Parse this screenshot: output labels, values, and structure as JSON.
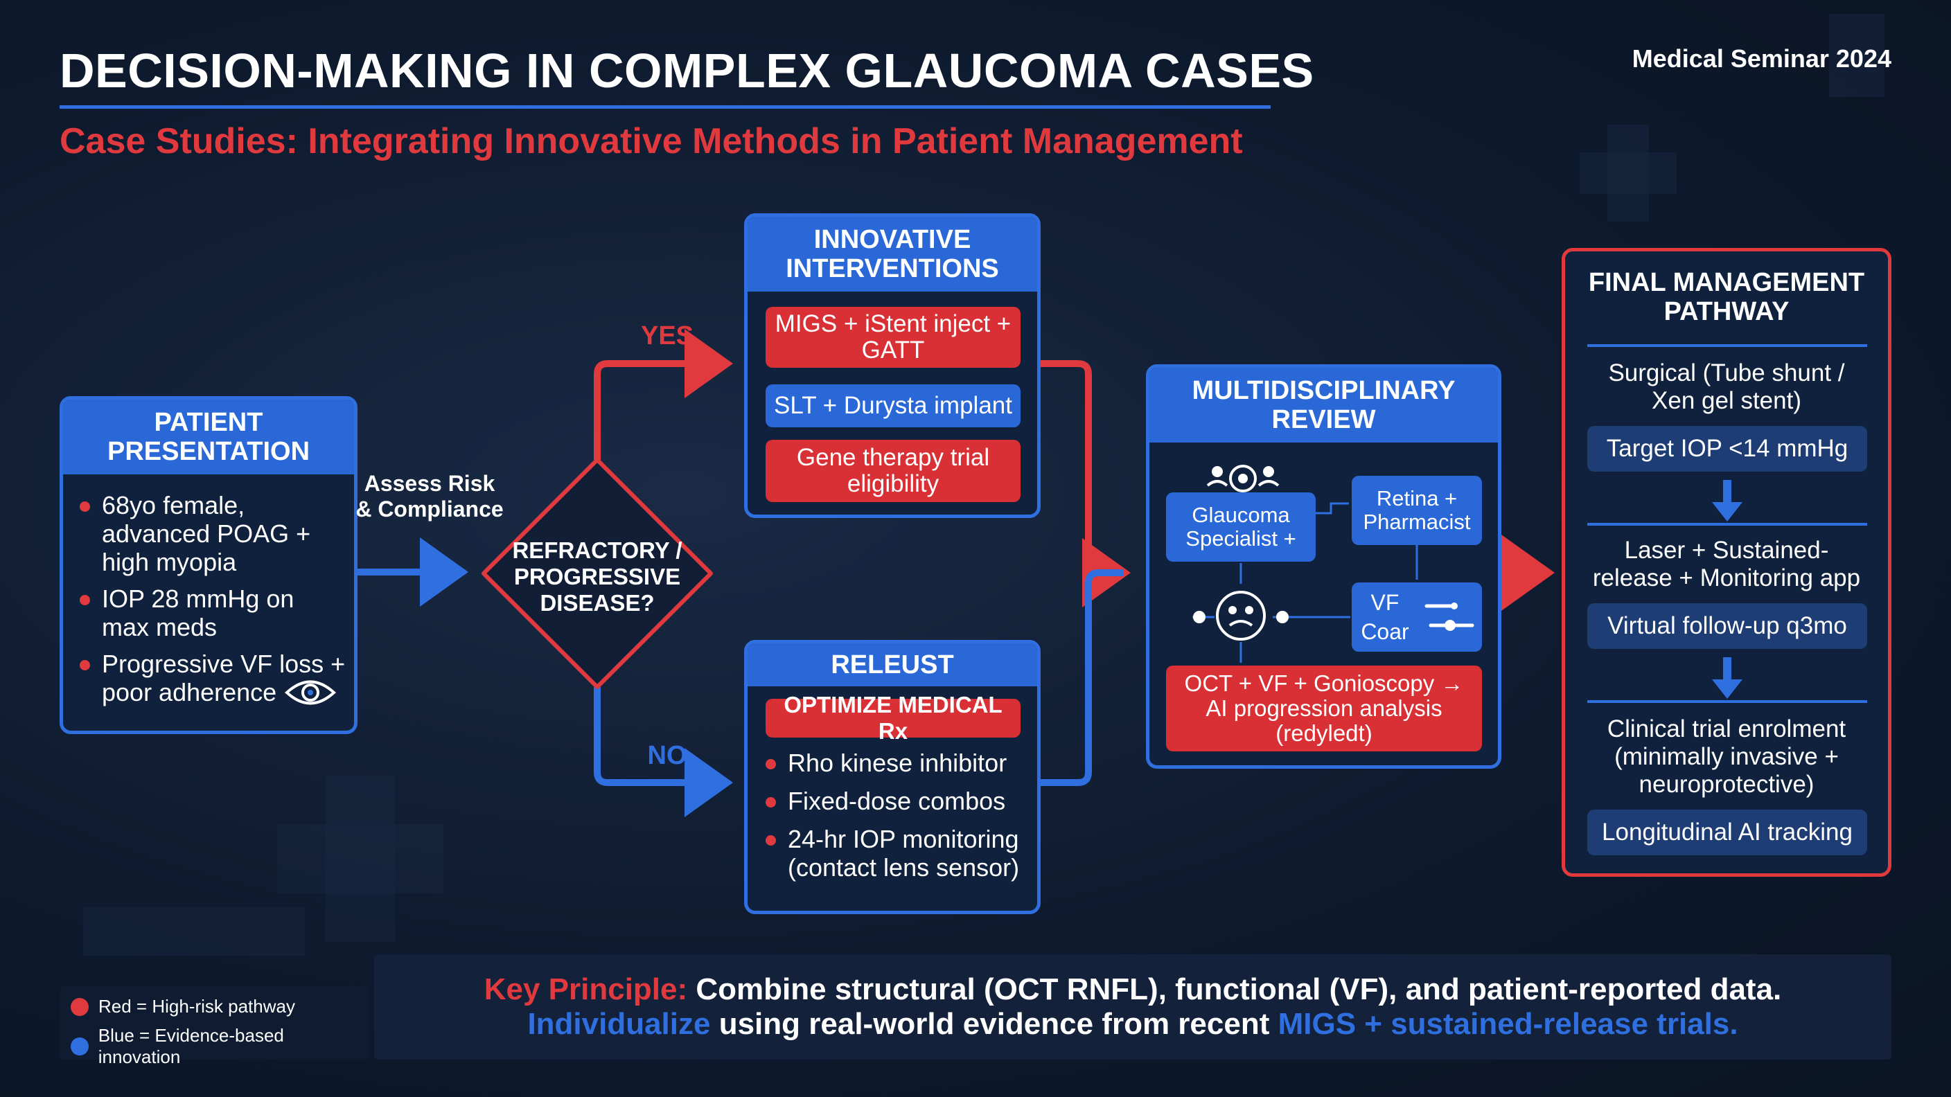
{
  "header": {
    "title": "DECISION-MAKING IN COMPLEX GLAUCOMA CASES",
    "subtitle": "Case Studies: Integrating Innovative Methods in Patient Management",
    "seminar": "Medical Seminar 2024"
  },
  "patient": {
    "title": "PATIENT PRESENTATION",
    "bullets": [
      "68yo female, advanced POAG + high myopia",
      "IOP 28 mmHg on max meds",
      "Progressive VF loss + poor adherence"
    ]
  },
  "assess_label": "Assess Risk & Compliance",
  "decision": {
    "label": "REFRACTORY / PROGRESSIVE DISEASE?",
    "yes": "YES",
    "no": "NO"
  },
  "innovative": {
    "title": "INNOVATIVE INTERVENTIONS",
    "items": [
      "MIGS + iStent inject + GATT",
      "SLT + Durysta implant",
      "Gene therapy trial eligibility"
    ]
  },
  "releust": {
    "title": "RELEUST",
    "highlight": "OPTIMIZE MEDICAL Rx",
    "bullets": [
      "Rho kinese inhibitor",
      "Fixed-dose combos",
      "24-hr IOP monitoring (contact lens sensor)"
    ]
  },
  "multi": {
    "title": "MULTIDISCIPLINARY REVIEW",
    "glaucoma": "Glaucoma Specialist +",
    "retina": "Retina + Pharmacist",
    "vf": "VF",
    "coar": "Coar",
    "oct": "OCT + VF + Gonioscopy → AI progression analysis (redyledt)"
  },
  "final": {
    "title": "FINAL MANAGEMENT PATHWAY",
    "surgical": "Surgical (Tube shunt / Xen gel stent)",
    "target": "Target IOP <14 mmHg",
    "laser": "Laser + Sustained-release + Monitoring app",
    "virtual": "Virtual follow-up q3mo",
    "clinical": "Clinical trial enrolment (minimally invasive + neuroprotective)",
    "longitudinal": "Longitudinal AI tracking"
  },
  "legend": {
    "red": "Red = High-risk pathway",
    "blue": "Blue = Evidence-based innovation"
  },
  "footer": {
    "key_label": "Key Principle:",
    "key_text": " Combine structural (OCT RNFL), functional (VF), and patient-reported data.",
    "ind_label": "Individualize",
    "ind_text": " using real-world evidence from recent ",
    "ind_highlight": "MIGS + sustained-release trials."
  },
  "colors": {
    "red": "#e03a3e",
    "blue": "#2f6fe0",
    "background": "#0e1a2e"
  },
  "icons": [
    "eye-icon",
    "team-icon",
    "person-icon",
    "stethoscope-icon"
  ]
}
